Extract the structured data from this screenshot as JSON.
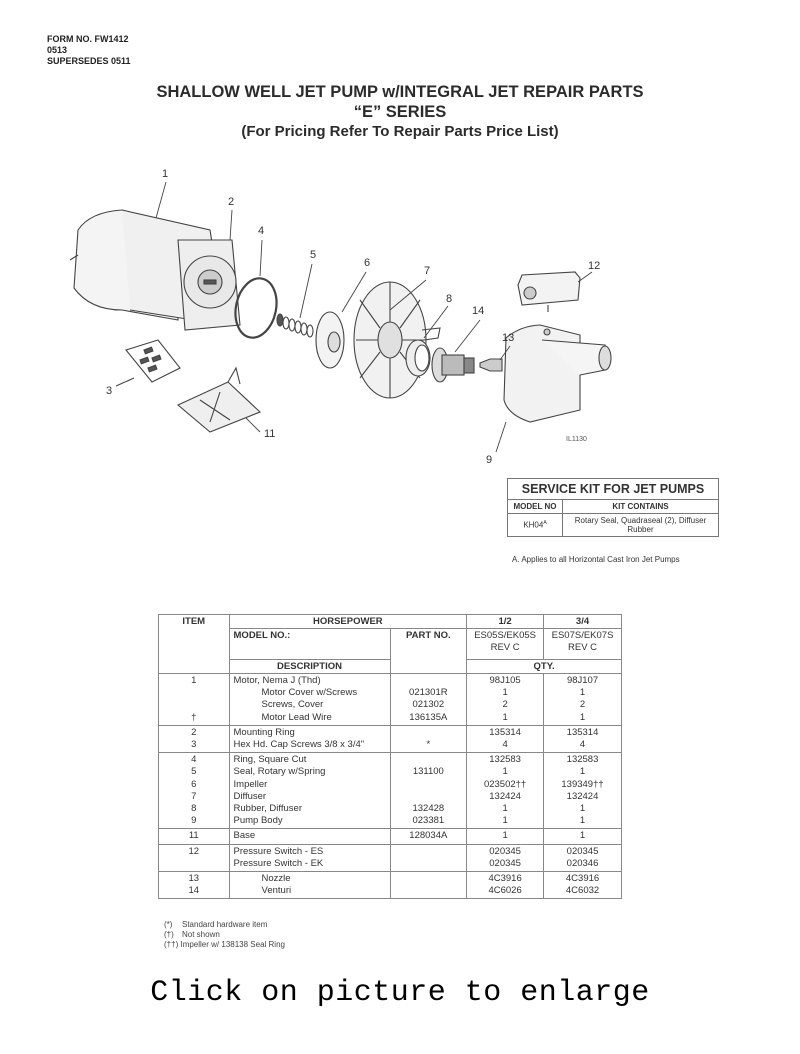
{
  "form_info": {
    "form_no": "FORM NO. FW1412",
    "date_code": "0513",
    "supersedes": "SUPERSEDES 0511"
  },
  "title": {
    "line1": "SHALLOW WELL JET PUMP w/INTEGRAL JET REPAIR PARTS",
    "line2": "“E” SERIES",
    "line3": "(For Pricing Refer To Repair Parts Price List)"
  },
  "diagram": {
    "illustration_code": "IL1130",
    "callouts": [
      "1",
      "2",
      "3",
      "4",
      "5",
      "6",
      "7",
      "8",
      "9",
      "11",
      "12",
      "13",
      "14"
    ],
    "parts_depicted": [
      "motor",
      "mounting-ring",
      "cap-screws",
      "square-cut-ring",
      "rotary-seal-spring",
      "seal-plate",
      "impeller",
      "diffuser-rubber",
      "pump-body",
      "base",
      "pressure-switch",
      "nozzle",
      "venturi"
    ]
  },
  "service_kit": {
    "title": "SERVICE KIT FOR JET PUMPS",
    "col_model": "MODEL NO",
    "col_contains": "KIT CONTAINS",
    "rows": [
      {
        "model": "KH04",
        "model_sup": "A",
        "contains": "Rotary Seal, Quadraseal (2), Diffuser Rubber"
      }
    ],
    "note": "A.  Applies to all Horizontal Cast Iron Jet Pumps"
  },
  "parts_table": {
    "headers": {
      "item": "ITEM",
      "horsepower": "HORSEPOWER",
      "hp_half": "1/2",
      "hp_three_quarter": "3/4",
      "model_no": "MODEL NO.:",
      "part_no": "PART NO.",
      "model_half_line1": "ES05S/EK05S",
      "model_half_line2": "REV C",
      "model_tq_line1": "ES07S/EK07S",
      "model_tq_line2": "REV C",
      "description": "DESCRIPTION",
      "qty": "QTY."
    },
    "groups": [
      {
        "rows": [
          {
            "item": "1",
            "desc": "Motor, Nema J (Thd)",
            "indent": false,
            "part": "",
            "q1": "98J105",
            "q2": "98J107"
          },
          {
            "item": "",
            "desc": "Motor Cover w/Screws",
            "indent": true,
            "part": "021301R",
            "q1": "1",
            "q2": "1"
          },
          {
            "item": "",
            "desc": "Screws, Cover",
            "indent": true,
            "part": "021302",
            "q1": "2",
            "q2": "2"
          },
          {
            "item": "†",
            "desc": "Motor Lead Wire",
            "indent": true,
            "part": "136135A",
            "q1": "1",
            "q2": "1"
          }
        ]
      },
      {
        "rows": [
          {
            "item": "2",
            "desc": "Mounting Ring",
            "indent": false,
            "part": "",
            "q1": "135314",
            "q2": "135314"
          },
          {
            "item": "3",
            "desc": "Hex Hd. Cap Screws 3/8 x 3/4\"",
            "indent": false,
            "part": "*",
            "q1": "4",
            "q2": "4"
          }
        ]
      },
      {
        "rows": [
          {
            "item": "4",
            "desc": "Ring, Square Cut",
            "indent": false,
            "part": "",
            "q1": "132583",
            "q2": "132583"
          },
          {
            "item": "5",
            "desc": "Seal, Rotary w/Spring",
            "indent": false,
            "part": "131100",
            "q1": "1",
            "q2": "1"
          },
          {
            "item": "6",
            "desc": "Impeller",
            "indent": false,
            "part": "",
            "q1": "023502††",
            "q2": "139349††"
          },
          {
            "item": "7",
            "desc": "Diffuser",
            "indent": false,
            "part": "",
            "q1": "132424",
            "q2": "132424"
          },
          {
            "item": "8",
            "desc": "Rubber, Diffuser",
            "indent": false,
            "part": "132428",
            "q1": "1",
            "q2": "1"
          },
          {
            "item": "9",
            "desc": "Pump Body",
            "indent": false,
            "part": "023381",
            "q1": "1",
            "q2": "1"
          }
        ]
      },
      {
        "rows": [
          {
            "item": "11",
            "desc": "Base",
            "indent": false,
            "part": "128034A",
            "q1": "1",
            "q2": "1"
          }
        ]
      },
      {
        "rows": [
          {
            "item": "12",
            "desc": "Pressure Switch - ES",
            "indent": false,
            "part": "",
            "q1": "020345",
            "q2": "020345"
          },
          {
            "item": "",
            "desc": "Pressure Switch - EK",
            "indent": false,
            "part": "",
            "q1": "020345",
            "q2": "020346"
          }
        ]
      },
      {
        "rows": [
          {
            "item": "13",
            "desc": "Nozzle",
            "indent": true,
            "part": "",
            "q1": "4C3916",
            "q2": "4C3916"
          },
          {
            "item": "14",
            "desc": "Venturi",
            "indent": true,
            "part": "",
            "q1": "4C6026",
            "q2": "4C6032"
          }
        ]
      }
    ]
  },
  "footnotes": [
    {
      "symbol": "(*)",
      "text": "Standard hardware item"
    },
    {
      "symbol": "(†)",
      "text": "Not shown"
    },
    {
      "symbol": "(††)",
      "text": "Impeller w/ 138138 Seal Ring"
    }
  ],
  "enlarge_link": "Click on picture to enlarge"
}
